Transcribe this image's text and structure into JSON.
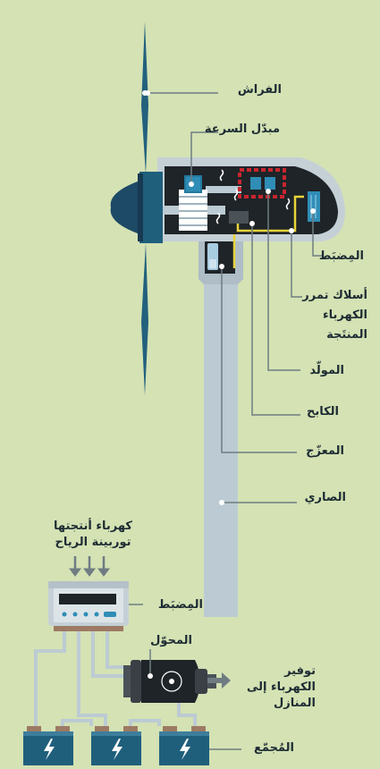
{
  "labels": {
    "blades": "الفراش",
    "gearbox": "مبدّل السرعة",
    "controller_top": "المِضبَط",
    "wires": "أسلاك تمرر الكهرباء المنتَجة",
    "generator": "المولّد",
    "brake": "الكابح",
    "yaw": "المعزّج",
    "tower": "الصاري",
    "input_power": "كهرباء أنتجتها توربينة الرياح",
    "controller_bottom": "المِضبَط",
    "inverter": "المحوّل",
    "supply": "توفير الكهرباء إلى المنازل",
    "battery": "المُجمّع"
  },
  "colors": {
    "background": "#d4e2b4",
    "tower": "#bccbd3",
    "nacelle_shell": "#c5d0d6",
    "nacelle_interior": "#1f2428",
    "blade": "#22617d",
    "hub": "#1d4a66",
    "battery": "#1f5f7c",
    "leader": "#6f7c82",
    "wire_yellow": "#e7d43a",
    "accent_red": "#c9262e"
  },
  "icons": [
    "lightning-icon",
    "arrow-down-icon"
  ]
}
